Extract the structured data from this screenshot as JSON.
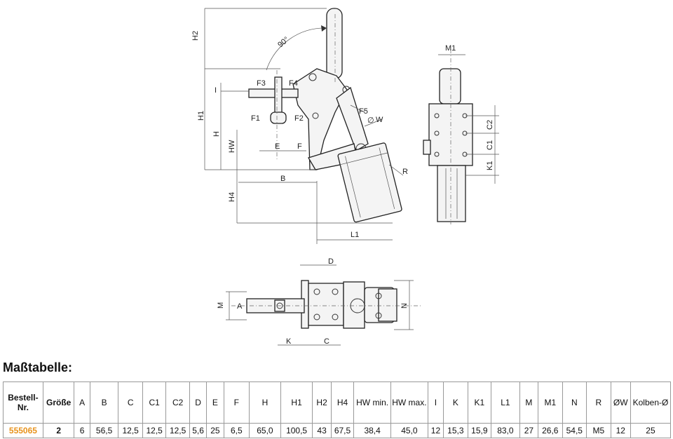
{
  "drawing": {
    "side_labels": {
      "H2": "H2",
      "angle": "90°",
      "I": "I",
      "H1": "H1",
      "H": "H",
      "HW": "HW",
      "H4": "H4",
      "F1": "F1",
      "F2": "F2",
      "F3": "F3",
      "F4": "F4",
      "F5": "F5",
      "W": "W",
      "E": "E",
      "F": "F",
      "B": "B",
      "L1": "L1",
      "R": "R",
      "dia": "∅"
    },
    "front_labels": {
      "M1": "M1",
      "C2": "C2",
      "C1": "C1",
      "K1": "K1"
    },
    "top_labels": {
      "D": "D",
      "M": "M",
      "A": "A",
      "N": "N",
      "K": "K",
      "C": "C"
    }
  },
  "table": {
    "title": "Maßtabelle:",
    "headers": [
      "Bestell-Nr.",
      "Größe",
      "A",
      "B",
      "C",
      "C1",
      "C2",
      "D",
      "E",
      "F",
      "H",
      "H1",
      "H2",
      "H4",
      "HW min.",
      "HW max.",
      "I",
      "K",
      "K1",
      "L1",
      "M",
      "M1",
      "N",
      "R",
      "ØW",
      "Kolben-Ø"
    ],
    "rows": [
      [
        "555065",
        "2",
        "6",
        "56,5",
        "12,5",
        "12,5",
        "12,5",
        "5,6",
        "25",
        "6,5",
        "65,0",
        "100,5",
        "43",
        "67,5",
        "38,4",
        "45,0",
        "12",
        "15,3",
        "15,9",
        "83,0",
        "27",
        "26,6",
        "54,5",
        "M5",
        "12",
        "25"
      ]
    ],
    "accent_color": "#e8931d"
  }
}
